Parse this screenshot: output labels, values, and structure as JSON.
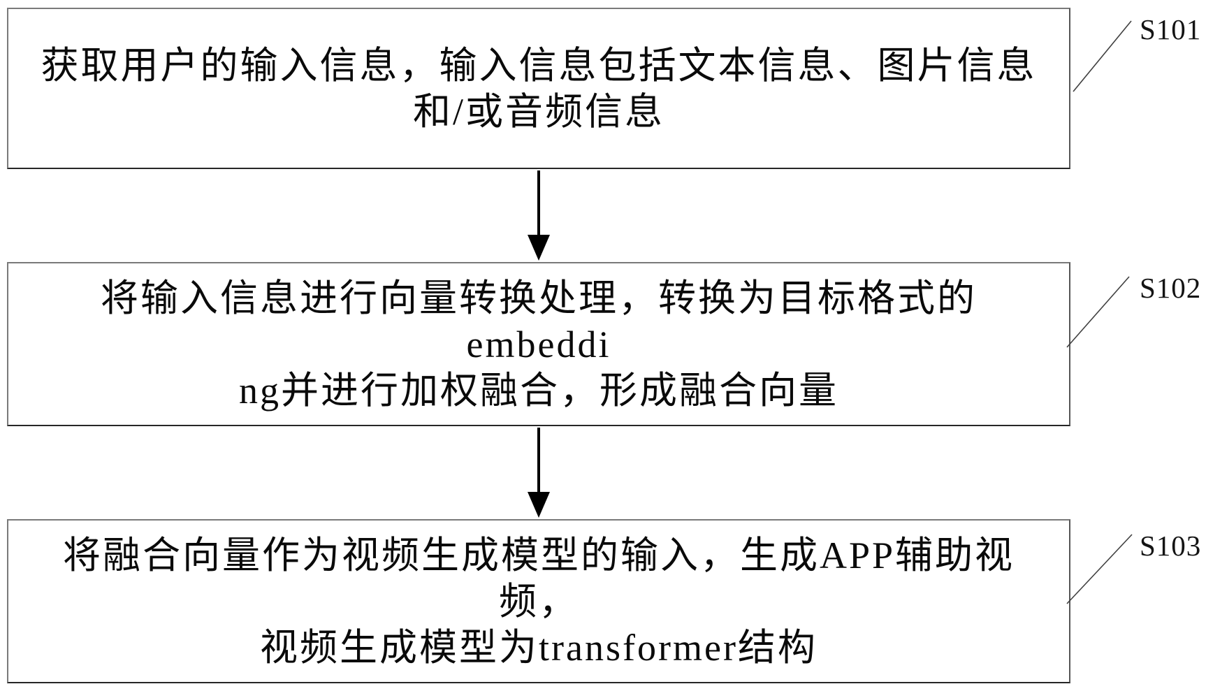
{
  "diagram": {
    "type": "flowchart",
    "orientation": "vertical",
    "steps": [
      {
        "id": "S101",
        "text": "获取用户的输入信息，输入信息包括文本信息、图片信息和/或音频信息",
        "lines": [
          "获取用户的输入信息，输入信息包括文本信息、图片信息",
          "和/或音频信息"
        ]
      },
      {
        "id": "S102",
        "text": "将输入信息进行向量转换处理，转换为目标格式的embedding并进行加权融合，形成融合向量",
        "lines": [
          "将输入信息进行向量转换处理，转换为目标格式的embeddi",
          "ng并进行加权融合，形成融合向量"
        ]
      },
      {
        "id": "S103",
        "text": "将融合向量作为视频生成模型的输入，生成APP辅助视频，视频生成模型为transformer结构",
        "lines": [
          "将融合向量作为视频生成模型的输入，生成APP辅助视频，",
          "视频生成模型为transformer结构"
        ]
      }
    ],
    "colors": {
      "background": "#ffffff",
      "box_border": "#7a7a7a",
      "text": "#0a0a0a",
      "arrow": "#000000",
      "leader_line": "#3f3f3f"
    }
  }
}
